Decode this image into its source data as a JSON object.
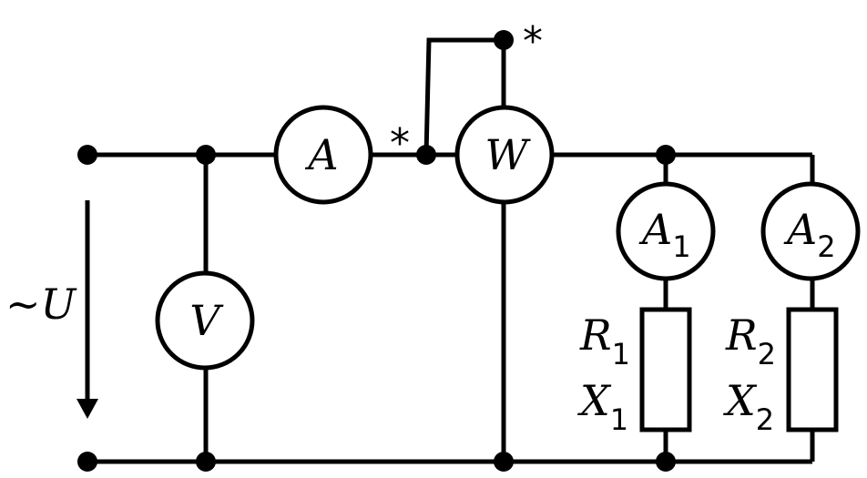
{
  "diagram": {
    "colors": {
      "ink": "#000000",
      "background": "#ffffff"
    },
    "source": {
      "label": "~U"
    },
    "meters": {
      "ammeter_main": "A",
      "wattmeter": "W",
      "voltmeter": "V",
      "ammeter_1": {
        "base": "A",
        "sub": "1"
      },
      "ammeter_2": {
        "base": "A",
        "sub": "2"
      }
    },
    "polarity_mark": "*",
    "branches": [
      {
        "r": {
          "base": "R",
          "sub": "1"
        },
        "x": {
          "base": "X",
          "sub": "1"
        }
      },
      {
        "r": {
          "base": "R",
          "sub": "2"
        },
        "x": {
          "base": "X",
          "sub": "2"
        }
      }
    ]
  }
}
